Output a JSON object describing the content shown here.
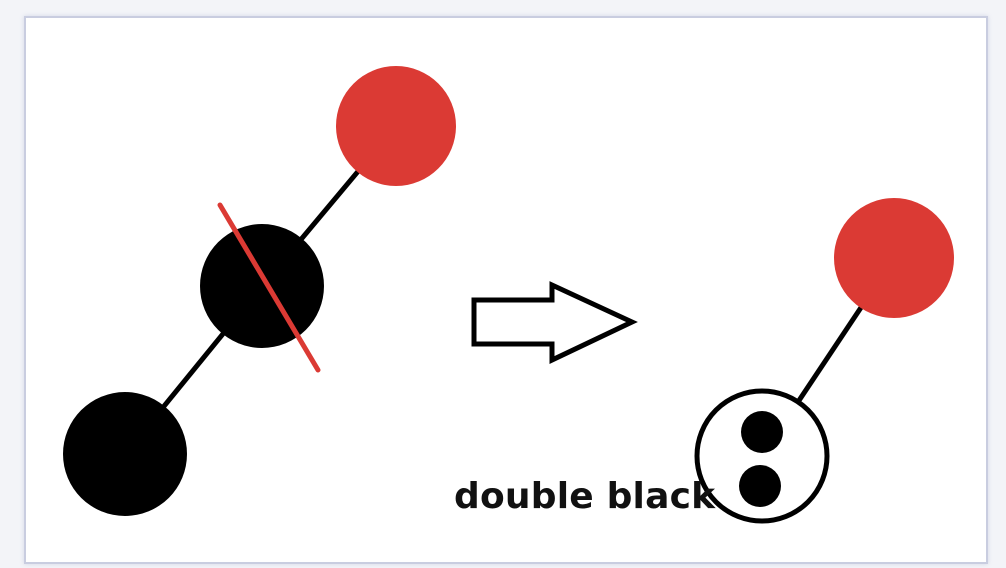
{
  "colors": {
    "red_node": "#db3a34",
    "black_node": "#000000",
    "edge": "#000000",
    "strike": "#db3a34",
    "background": "#ffffff"
  },
  "left_tree": {
    "nodes": [
      {
        "color": "red"
      },
      {
        "color": "black",
        "deleted": true
      },
      {
        "color": "black"
      }
    ]
  },
  "arrow": {
    "icon": "hollow-right-arrow-icon"
  },
  "right_tree": {
    "nodes": [
      {
        "color": "red"
      },
      {
        "color": "double-black",
        "label": "double black"
      }
    ]
  }
}
